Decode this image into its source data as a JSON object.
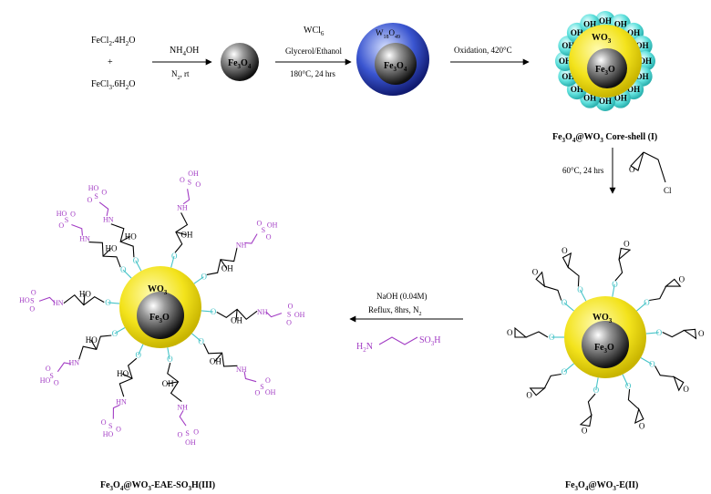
{
  "step1": {
    "reactant_a_pre": "FeCl",
    "reactant_a_sub": "2",
    "reactant_a_post": ".4H",
    "reactant_a_sub2": "2",
    "reactant_a_end": "O",
    "plus": "+",
    "reactant_b_pre": "FeCl",
    "reactant_b_sub": "3",
    "reactant_b_post": ".6H",
    "reactant_b_sub2": "2",
    "reactant_b_end": "O",
    "reagent_pre": "NH",
    "reagent_sub": "4",
    "reagent_end": "OH",
    "condition_pre": "N",
    "condition_sub": "2",
    "condition_end": ", rt"
  },
  "fe3o4_particle": {
    "pre": "Fe",
    "sub1": "3",
    "mid": "O",
    "sub2": "4"
  },
  "step2": {
    "reagent_pre": "WCl",
    "reagent_sub": "6",
    "solvent": "Glycerol/Ethanol",
    "conditions": "180°C, 24 hrs"
  },
  "coated_particle": {
    "shell_pre": "W",
    "shell_sub1": "18",
    "shell_mid": "O",
    "shell_sub2": "49",
    "core_pre": "Fe",
    "core_sub1": "3",
    "core_mid": "O",
    "core_sub2": "4"
  },
  "step3": {
    "conditions": "Oxidation, 420°C"
  },
  "product1": {
    "shell_pre": "WO",
    "shell_sub": "3",
    "core_pre": "Fe",
    "core_sub": "3",
    "core_end": "O",
    "oh_label": "OH",
    "name_pre": "Fe",
    "name_s1": "3",
    "name_m1": "O",
    "name_s2": "4",
    "name_m2": "@WO",
    "name_s3": "3",
    "name_end": " Core-shell (I)"
  },
  "step4": {
    "conditions": "60°C, 24 hrs",
    "reagent_atom_o": "O",
    "reagent_atom_cl": "Cl"
  },
  "product2": {
    "shell_pre": "WO",
    "shell_sub": "3",
    "core_pre": "Fe",
    "core_sub": "3",
    "core_end": "O",
    "linker_o": "O",
    "name_pre": "Fe",
    "name_s1": "3",
    "name_m1": "O",
    "name_s2": "4",
    "name_m2": "@WO",
    "name_s3": "3",
    "name_end": "-E(II)"
  },
  "step5": {
    "reagent": "NaOH (0.04M)",
    "cond_pre": "Reflux, 8hrs, N",
    "cond_sub": "2",
    "amine_pre": "H",
    "amine_sub": "2",
    "amine_n": "N",
    "acid_pre": "SO",
    "acid_sub": "3",
    "acid_end": "H"
  },
  "product3": {
    "shell_pre": "WO",
    "shell_sub": "3",
    "core_pre": "Fe",
    "core_sub": "3",
    "core_end": "O",
    "linker_o": "O",
    "hydroxyl": "HO",
    "hydroxyl_r": "OH",
    "amine": "HN",
    "amine_r": "NH",
    "sulfur": "S",
    "sulfonyl_o": "O",
    "sulfonic_oh": "OH",
    "sulfonic_ho": "HO",
    "name_pre": "Fe",
    "name_s1": "3",
    "name_m1": "O",
    "name_s2": "4",
    "name_m2": "@WO",
    "name_s3": "3",
    "name_end": "-EAE-SO",
    "name_s4": "3",
    "name_end2": "H(III)"
  },
  "colors": {
    "core_dark": "#1a1a1a",
    "shell_yellow": "#f0e020",
    "shell_blue": "#3a55d0",
    "oh_sphere": "#5fe0dc",
    "linker_cyan": "#48c4c8",
    "sulfonic_magenta": "#a23cc4"
  }
}
